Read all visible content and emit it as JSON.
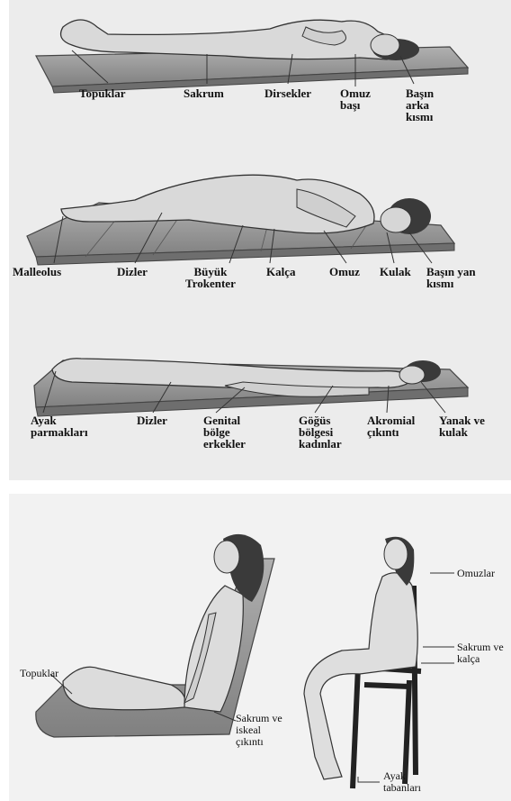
{
  "figure_top": {
    "supine": {
      "labels": {
        "heels": "Topuklar",
        "sacrum": "Sakrum",
        "elbows": "Dirsekler",
        "shoulder": "Omuz\nbaşı",
        "head_back": "Başın\narka\nkısmı"
      }
    },
    "lateral": {
      "labels": {
        "malleolus": "Malleolus",
        "knees": "Dizler",
        "trochanter": "Büyük\nTrokenter",
        "hip": "Kalça",
        "shoulder": "Omuz",
        "ear": "Kulak",
        "head_side": "Başın yan\nkısmı"
      }
    },
    "prone": {
      "labels": {
        "toes": "Ayak\nparmakları",
        "knees": "Dizler",
        "genital": "Genital\nbölge\nerkekler",
        "breast": "Göğüs\nbölgesi\nkadınlar",
        "acromial": "Akromial\nçıkıntı",
        "cheek_ear": "Yanak ve\nkulak"
      }
    }
  },
  "figure_bottom": {
    "fowler": {
      "labels": {
        "heels": "Topuklar",
        "sacrum_ischial": "Sakrum ve\niskeal\nçıkıntı"
      }
    },
    "sitting": {
      "labels": {
        "shoulders": "Omuzlar",
        "sacrum_hip": "Sakrum ve\nkalça",
        "soles": "Ayak\ntabanları"
      }
    }
  },
  "colors": {
    "mattress": "#9a9a9a",
    "mattress_dark": "#6e6e6e",
    "skin": "#d6d6d6",
    "outline": "#333333",
    "hair": "#3a3a3a"
  }
}
